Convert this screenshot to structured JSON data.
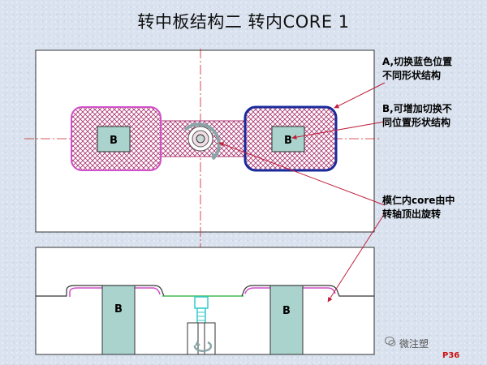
{
  "title": "转中板结构二 转内CORE 1",
  "block_label": "B",
  "notes": {
    "a_line1": "A,切换蓝色位置",
    "a_line2": "不同形状结构",
    "b_line1": "B,可增加切换不",
    "b_line2": "同位置形状结构",
    "c_line1": "模仁内core由中",
    "c_line2": "转轴顶出旋转"
  },
  "watermark": "微注塑",
  "page_number": "P36",
  "colors": {
    "hatch": "#a8326e",
    "blue_outline": "#1a2a9a",
    "pink_outline": "#d050c8",
    "block_fill": "#a9d3cc",
    "arrow": "#c0203c",
    "centerline": "#cc2222"
  },
  "icons": [
    "rotation-arrow-icon",
    "wechat-icon"
  ]
}
